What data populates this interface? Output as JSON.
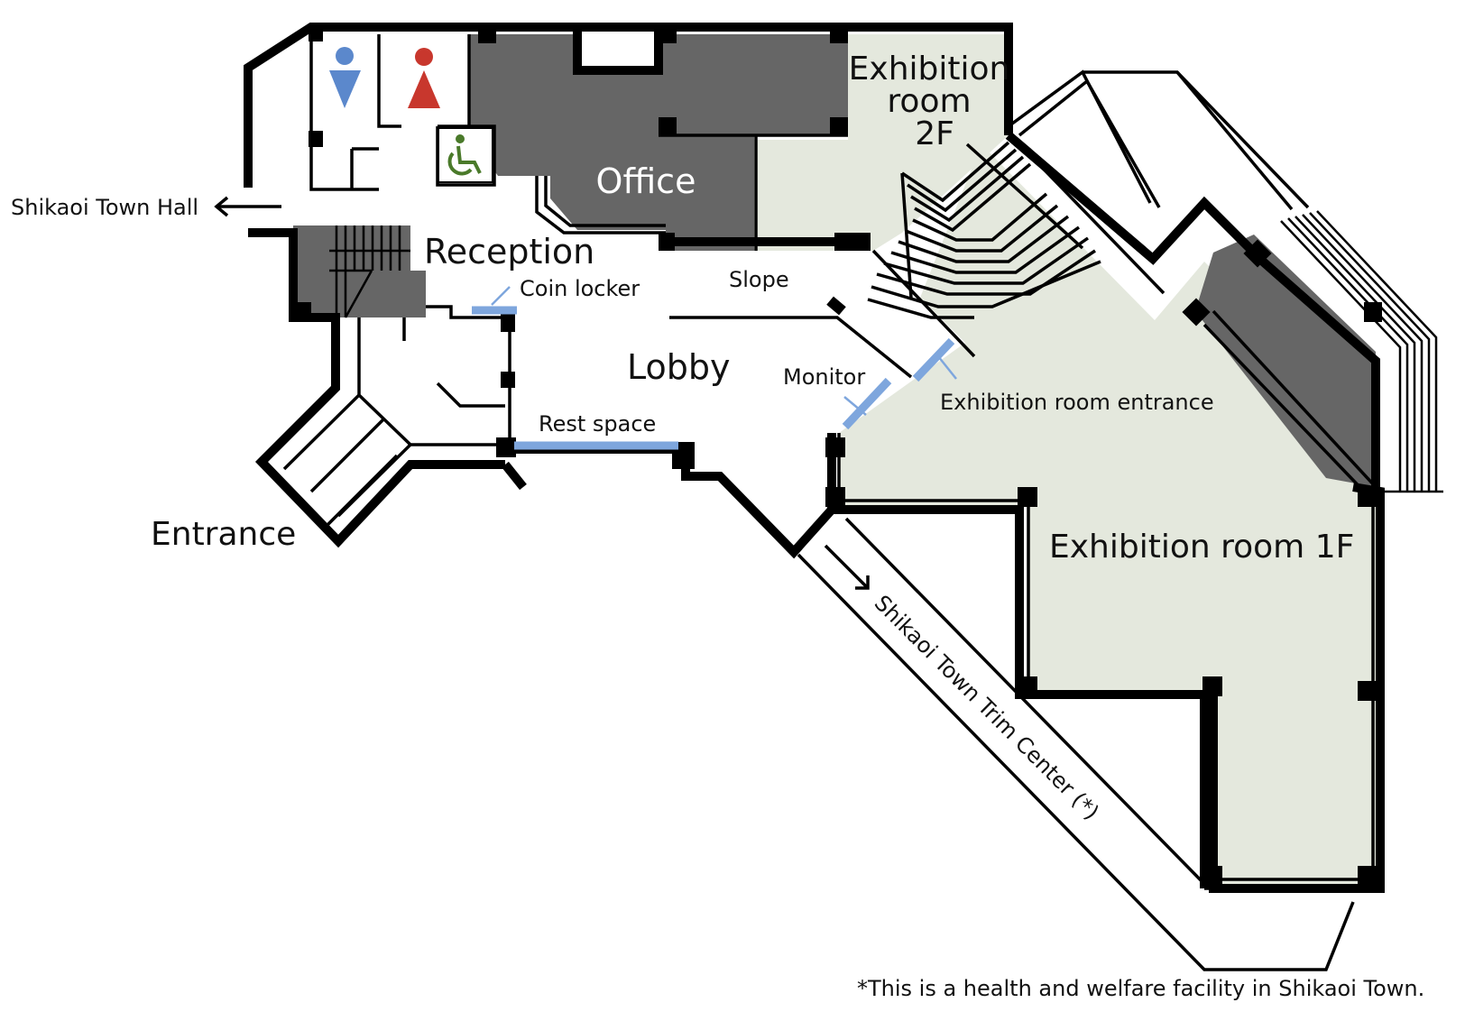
{
  "labels": {
    "town_hall": "Shikaoi Town Hall",
    "exhibition_2f_line1": "Exhibition",
    "exhibition_2f_line2": "room",
    "exhibition_2f_line3": "2F",
    "office": "Office",
    "reception": "Reception",
    "coin_locker": "Coin locker",
    "slope": "Slope",
    "lobby": "Lobby",
    "monitor": "Monitor",
    "exhibition_entrance": "Exhibition room entrance",
    "rest_space": "Rest space",
    "exhibition_1f": "Exhibition room 1F",
    "entrance": "Entrance",
    "trim_center": "Shikaoi Town Trim Center (*)",
    "footnote": "*This is a health and welfare facility in Shikaoi Town."
  },
  "icons": {
    "male_restroom": "male-restroom-icon",
    "female_restroom": "female-restroom-icon",
    "wheelchair": "wheelchair-accessible-icon",
    "arrow_left": "arrow-left-icon",
    "arrow_right": "arrow-right-icon"
  },
  "colors": {
    "dark_area": "#666666",
    "exhibition_area": "#e4e8dd",
    "fixture_blue": "#7ea6dd",
    "male": "#5b88cc",
    "female": "#c8372d",
    "wheelchair": "#4a7a2a"
  }
}
